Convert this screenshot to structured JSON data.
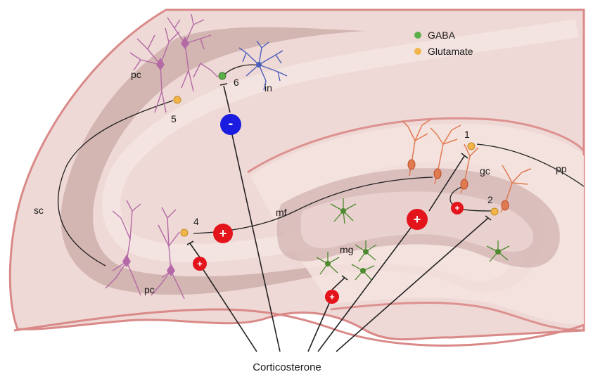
{
  "legend": {
    "items": [
      {
        "label": "GABA",
        "color": "#5cae4a"
      },
      {
        "label": "Glutamate",
        "color": "#f2b54a"
      }
    ]
  },
  "labels": {
    "pc_top": "pc",
    "pc_bottom": "pc",
    "in": "in",
    "sc": "sc",
    "mf": "mf",
    "mg": "mg",
    "gc": "gc",
    "pp": "pp"
  },
  "synapses": {
    "s1": "1",
    "s2": "2",
    "s4": "4",
    "s5": "5",
    "s6": "6"
  },
  "modulators": {
    "inhibit_sign": "-",
    "excite_sign": "+"
  },
  "source_label": "Corticosterone",
  "colors": {
    "excite": "#e3141b",
    "inhibit": "#1a1de0",
    "tissue_outer": "#efd9d6",
    "tissue_band": "#c9a8a6",
    "tissue_border": "#d98a88",
    "pyramidal": "#b36aa6",
    "interneuron": "#4a5fb8",
    "granule": "#e07a50",
    "microglia": "#4e8a30"
  }
}
